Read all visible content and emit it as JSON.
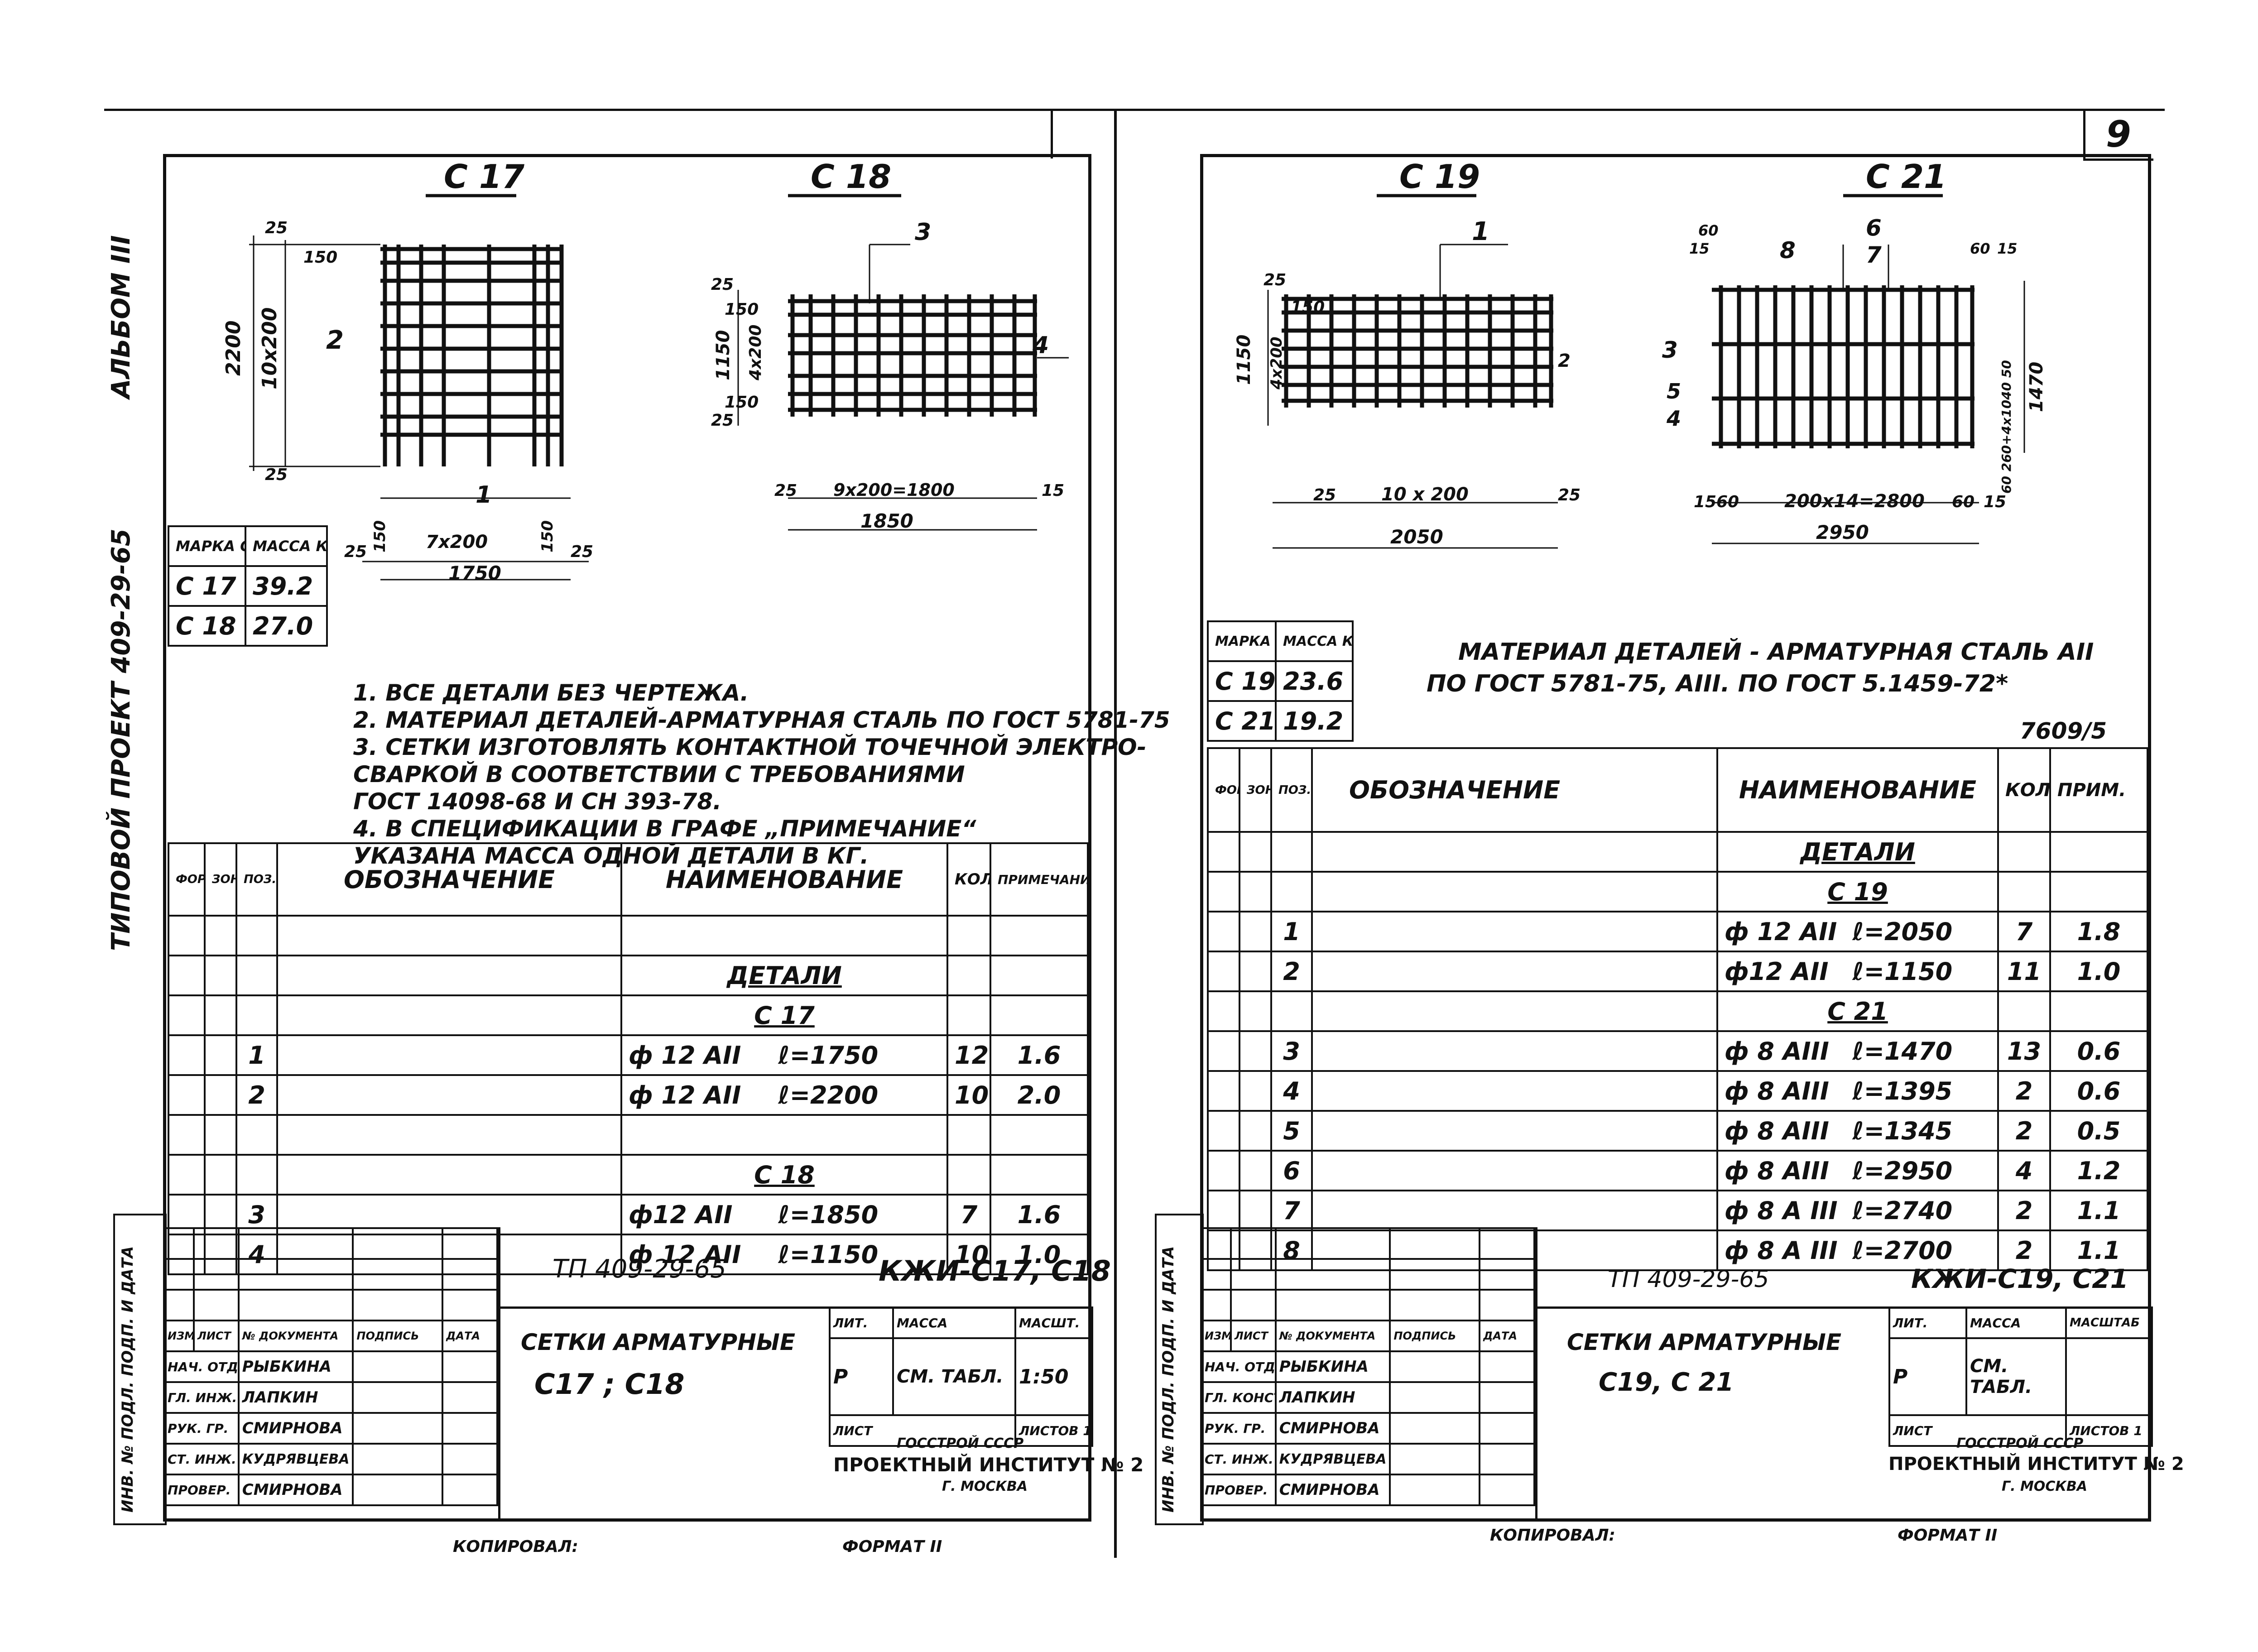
{
  "album_label": "АЛЬБОМ III",
  "project_label": "ТИПОВОЙ ПРОЕКТ 409-29-65",
  "stamp_side_label": "ИНВ. № ПОДЛ. ПОДП. И ДАТА",
  "page_number": "9",
  "left_sheet": {
    "drawing_c17": {
      "title": "С 17",
      "dims": {
        "overall_h": "2200",
        "pitch_v": "10х200",
        "top": "25",
        "bottom": "25",
        "inset_top": "150",
        "pos": "2",
        "pos1": "1",
        "inset_left": "150",
        "inset_right": "150",
        "pitch_h": "7х200",
        "end_left": "25",
        "end_right": "25",
        "overall_w": "1750"
      }
    },
    "drawing_c18": {
      "title": "С 18",
      "dims": {
        "overall_h": "1150",
        "pitch_v": "4х200",
        "top": "25",
        "bottom": "25",
        "inset_top": "150",
        "inset_bottom": "150",
        "pos3": "3",
        "pos4": "4",
        "end_left": "25",
        "pitch_h": "9х200=1800",
        "end_right": "15",
        "overall_w": "1850"
      }
    },
    "mass_table": {
      "header": [
        "МАРКА СЕТКИ",
        "МАССА КГ"
      ],
      "rows": [
        [
          "С 17",
          "39.2"
        ],
        [
          "С 18",
          "27.0"
        ]
      ]
    },
    "notes": [
      "1. ВСЕ ДЕТАЛИ БЕЗ ЧЕРТЕЖА.",
      "2. МАТЕРИАЛ ДЕТАЛЕЙ-АРМАТУРНАЯ СТАЛЬ ПО ГОСТ 5781-75",
      "3. СЕТКИ ИЗГОТОВЛЯТЬ КОНТАКТНОЙ ТОЧЕЧНОЙ ЭЛЕКТРО-",
      "СВАРКОЙ В СООТВЕТСТВИИ С ТРЕБОВАНИЯМИ",
      "ГОСТ 14098-68 И СН 393-78.",
      "4. В СПЕЦИФИКАЦИИ В ГРАФЕ „ПРИМЕЧАНИЕ“",
      "УКАЗАНА МАССА ОДНОЙ ДЕТАЛИ В КГ."
    ],
    "spec_header": [
      "ФОРМАТ",
      "ЗОНА",
      "ПОЗ.",
      "ОБОЗНАЧЕНИЕ",
      "НАИМЕНОВАНИЕ",
      "КОЛ.",
      "ПРИМЕЧАНИЕ"
    ],
    "spec_rows": [
      {
        "pos": "",
        "name": "",
        "len": "",
        "qty": "",
        "note": ""
      },
      {
        "pos": "",
        "name": "ДЕТАЛИ",
        "len": "",
        "qty": "",
        "note": "",
        "heading": true
      },
      {
        "pos": "",
        "name": "С 17",
        "len": "",
        "qty": "",
        "note": "",
        "heading": true
      },
      {
        "pos": "1",
        "name": "ф 12 АII",
        "len": "ℓ=1750",
        "qty": "12",
        "note": "1.6"
      },
      {
        "pos": "2",
        "name": "ф 12 АII",
        "len": "ℓ=2200",
        "qty": "10",
        "note": "2.0"
      },
      {
        "pos": "",
        "name": "",
        "len": "",
        "qty": "",
        "note": ""
      },
      {
        "pos": "",
        "name": "С 18",
        "len": "",
        "qty": "",
        "note": "",
        "heading": true
      },
      {
        "pos": "3",
        "name": "ф12 АII",
        "len": "ℓ=1850",
        "qty": "7",
        "note": "1.6"
      },
      {
        "pos": "4",
        "name": "ф 12 АII",
        "len": "ℓ=1150",
        "qty": "10",
        "note": "1.0"
      }
    ],
    "title_block": {
      "project": "ТП 409-29-65",
      "code": "КЖИ-С17, С18",
      "title_line1": "СЕТКИ АРМАТУРНЫЕ",
      "title_line2": "С17 ; С18",
      "cols": [
        "ИЗМ.",
        "ЛИСТ",
        "№ ДОКУМЕНТА",
        "ПОДПИСЬ",
        "ДАТА"
      ],
      "people": [
        [
          "НАЧ. ОТД.",
          "РЫБКИНА"
        ],
        [
          "ГЛ. ИНЖ. ПР.",
          "ЛАПКИН"
        ],
        [
          "РУК. ГР.",
          "СМИРНОВА"
        ],
        [
          "СТ. ИНЖ.",
          "КУДРЯВЦЕВА"
        ],
        [
          "ПРОВЕР.",
          "СМИРНОВА"
        ]
      ],
      "lit_label": "ЛИТ.",
      "mass_label": "МАССА",
      "scale_label": "МАСШТ.",
      "lit": "Р",
      "mass": "СМ. ТАБЛ.",
      "scale": "1:50",
      "sheet_label": "ЛИСТ",
      "sheets_label": "ЛИСТОВ 1",
      "org1": "ГОССТРОЙ СССР",
      "org2": "ПРОЕКТНЫЙ ИНСТИТУТ № 2",
      "org3": "Г. МОСКВА"
    },
    "copied": "КОПИРОВАЛ:",
    "format": "ФОРМАТ II"
  },
  "right_sheet": {
    "drawing_c19": {
      "title": "С 19",
      "dims": {
        "pos1": "1",
        "overall_h": "1150",
        "pitch_v": "4х200",
        "top": "25",
        "inset": "150",
        "end_left": "25",
        "pitch_h": "10 х 200",
        "end_right": "25",
        "overall_w": "2050",
        "pos2": "2"
      }
    },
    "drawing_c21": {
      "title": "С 21",
      "dims": {
        "pos6": "6",
        "pos7": "7",
        "pos8": "8",
        "pos3": "3",
        "pos5": "5",
        "pos4": "4",
        "top_l": "60",
        "top_l2": "15",
        "top_r": "60",
        "top_r2": "15",
        "right_pitch": "60 260+4х1040 50",
        "overall_h": "1470",
        "end_left": "15",
        "inset_left": "60",
        "pitch_h": "200х14=2800",
        "inset_right": "60",
        "end_right": "15",
        "overall_w": "2950"
      }
    },
    "mass_table": {
      "header": [
        "МАРКА СЕТКИ",
        "МАССА КГ"
      ],
      "rows": [
        [
          "С 19",
          "23.6"
        ],
        [
          "С 21",
          "19.2"
        ]
      ]
    },
    "material_note_1": "МАТЕРИАЛ ДЕТАЛЕЙ - АРМАТУРНАЯ СТАЛЬ АII",
    "material_note_2": "ПО ГОСТ 5781-75, АIII. ПО ГОСТ 5.1459-72*",
    "sheet_code": "7609/5",
    "spec_header": [
      "ФОРМАТ",
      "ЗОНА",
      "ПОЗ.",
      "ОБОЗНАЧЕНИЕ",
      "НАИМЕНОВАНИЕ",
      "КОЛ.",
      "ПРИМ."
    ],
    "spec_rows": [
      {
        "pos": "",
        "name": "ДЕТАЛИ",
        "len": "",
        "qty": "",
        "note": "",
        "heading": true
      },
      {
        "pos": "",
        "name": "С 19",
        "len": "",
        "qty": "",
        "note": "",
        "heading": true
      },
      {
        "pos": "1",
        "name": "ф 12 АII",
        "len": "ℓ=2050",
        "qty": "7",
        "note": "1.8"
      },
      {
        "pos": "2",
        "name": "ф12 АII",
        "len": "ℓ=1150",
        "qty": "11",
        "note": "1.0"
      },
      {
        "pos": "",
        "name": "С 21",
        "len": "",
        "qty": "",
        "note": "",
        "heading": true
      },
      {
        "pos": "3",
        "name": "ф 8 АIII",
        "len": "ℓ=1470",
        "qty": "13",
        "note": "0.6"
      },
      {
        "pos": "4",
        "name": "ф 8 АIII",
        "len": "ℓ=1395",
        "qty": "2",
        "note": "0.6"
      },
      {
        "pos": "5",
        "name": "ф 8 АIII",
        "len": "ℓ=1345",
        "qty": "2",
        "note": "0.5"
      },
      {
        "pos": "6",
        "name": "ф 8 АIII",
        "len": "ℓ=2950",
        "qty": "4",
        "note": "1.2"
      },
      {
        "pos": "7",
        "name": "ф 8 А III",
        "len": "ℓ=2740",
        "qty": "2",
        "note": "1.1"
      },
      {
        "pos": "8",
        "name": "ф 8 А III",
        "len": "ℓ=2700",
        "qty": "2",
        "note": "1.1"
      }
    ],
    "title_block": {
      "project": "ТП 409-29-65",
      "code": "КЖИ-С19, С21",
      "title_line1": "СЕТКИ АРМАТУРНЫЕ",
      "title_line2": "С19, С 21",
      "cols": [
        "ИЗМ.",
        "ЛИСТ",
        "№ ДОКУМЕНТА",
        "ПОДПИСЬ",
        "ДАТА"
      ],
      "people": [
        [
          "НАЧ. ОТД.",
          "РЫБКИНА"
        ],
        [
          "ГЛ. КОНСТР.",
          "ЛАПКИН"
        ],
        [
          "РУК. ГР.",
          "СМИРНОВА"
        ],
        [
          "СТ. ИНЖ.",
          "КУДРЯВЦЕВА"
        ],
        [
          "ПРОВЕР.",
          "СМИРНОВА"
        ]
      ],
      "lit_label": "ЛИТ.",
      "mass_label": "МАССА",
      "scale_label": "МАСШТАБ",
      "lit": "Р",
      "mass": "СМ. ТАБЛ.",
      "scale": "",
      "sheet_label": "ЛИСТ",
      "sheets_label": "ЛИСТОВ 1",
      "org1": "ГОССТРОЙ СССР",
      "org2": "ПРОЕКТНЫЙ ИНСТИТУТ № 2",
      "org3": "Г. МОСКВА"
    },
    "copied": "КОПИРОВАЛ:",
    "format": "ФОРМАТ II"
  }
}
